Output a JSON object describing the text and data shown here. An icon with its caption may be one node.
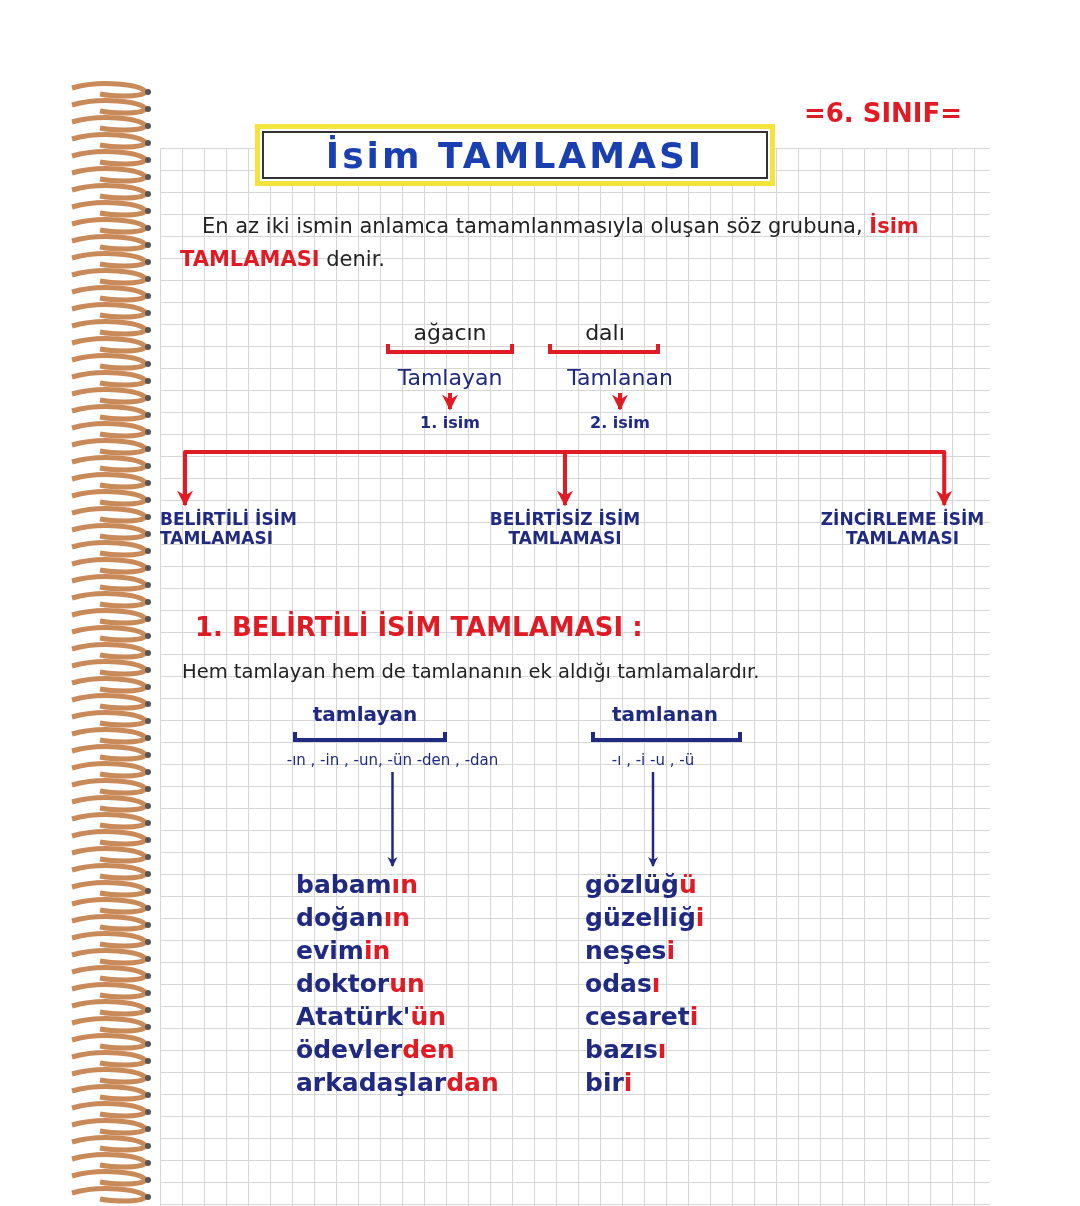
{
  "diagram": {
    "title": "İsim TAMLAMASI",
    "nodes": [
      {
        "text": [
          "Tamlayan"
        ]
      },
      {
        "text": [
          "1. isim"
        ]
      },
      {
        "text": [
          "Tamlanan"
        ]
      },
      {
        "text": [
          "2. isim"
        ]
      },
      {
        "text": [
          "BELİRTİLİ İSİM TAMLAMASI"
        ]
      },
      {
        "text": [
          "BELİRTİSİZ İSİM TAMLAMASI"
        ]
      },
      {
        "text": [
          "ZİNCİRLEME İSİM TAMLAMASI"
        ]
      },
      {
        "text": [
          "-ın , -in , -un, -ün -den , -dan"
        ]
      },
      {
        "text": [
          "babam**ın**",
          "doğan**ın**",
          "evim**in**",
          "doktor**un**",
          "Atatürk'**ün**",
          "ödevler**den**",
          "arkadaşlar**dan**"
        ]
      },
      {
        "text": [
          "-ı , -i -u , -ü"
        ]
      },
      {
        "text": [
          "gözlüğ**ü**",
          "güzelliğ**i**",
          "neşes**i**",
          "odas**ı**",
          "cesaret**i**",
          "bazıs**ı**",
          "bir**i**"
        ]
      }
    ],
    "edges": [
      {
        "from": 0,
        "to": 1,
        "arrow": "to"
      },
      {
        "from": 2,
        "to": 3,
        "arrow": "to"
      },
      {
        "from": null,
        "to": 4,
        "arrow": "to"
      },
      {
        "from": null,
        "to": 5,
        "arrow": "to"
      },
      {
        "from": null,
        "to": 6,
        "arrow": "to"
      },
      {
        "from": 7,
        "to": 8,
        "arrow": "to",
        "color": "#1f2a80"
      },
      {
        "from": 9,
        "to": 10,
        "arrow": "to",
        "color": "#1f2a80"
      }
    ],
    "labels": [
      "=6. SINIF=",
      "En az iki ismin anlamca tamamlanmasıyla oluşan söz grubuna, **İsim TAMLAMASI** denir.",
      "ağacın",
      "dalı",
      "1. BELİRTİLİ İSİM TAMLAMASI :",
      "Hem tamlayan hem de tamlananın ek aldığı tamlamalardır.",
      "tamlayan",
      "tamlanan"
    ]
  }
}
